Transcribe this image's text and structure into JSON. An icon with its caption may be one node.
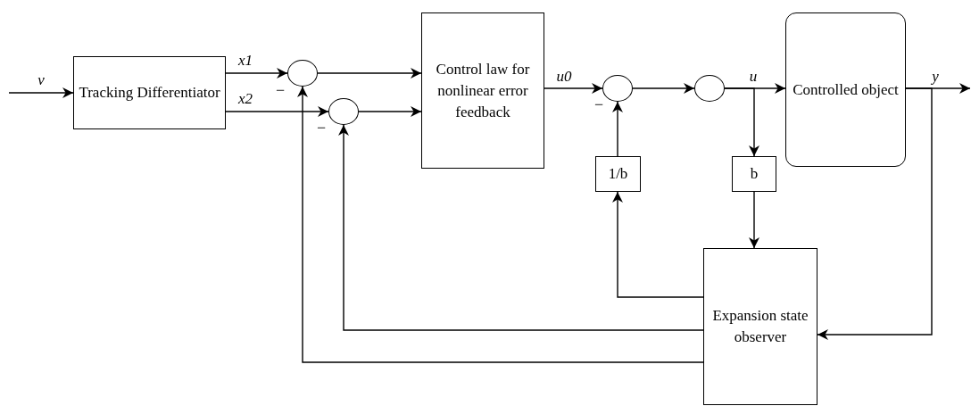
{
  "diagram": {
    "nodes": [
      {
        "text": [
          "Tracking Differentiator"
        ]
      },
      {
        "text": [],
        "shape": "circle"
      },
      {
        "text": [],
        "shape": "circle"
      },
      {
        "text": [
          "Control law for nonlinear error feedback"
        ]
      },
      {
        "text": [],
        "shape": "circle"
      },
      {
        "text": [],
        "shape": "circle"
      },
      {
        "text": [
          "Controlled object"
        ]
      },
      {
        "text": [
          "1/b"
        ]
      },
      {
        "text": [
          "b"
        ]
      },
      {
        "text": [
          "Expansion state observer"
        ]
      }
    ],
    "edges": [
      {
        "from": null,
        "to": 0,
        "arrow": "to",
        "label": "v"
      },
      {
        "from": 0,
        "to": 1,
        "arrow": "to",
        "label": "x1"
      },
      {
        "from": 0,
        "to": 2,
        "arrow": "to",
        "label": "x2"
      },
      {
        "from": 1,
        "to": 3,
        "arrow": "to"
      },
      {
        "from": 2,
        "to": 3,
        "arrow": "to"
      },
      {
        "from": 3,
        "to": 4,
        "arrow": "to",
        "label": "u0"
      },
      {
        "from": 4,
        "to": 5,
        "arrow": "to"
      },
      {
        "from": 5,
        "to": 6,
        "arrow": "to",
        "label": "u"
      },
      {
        "from": 5,
        "to": 8,
        "arrow": "to"
      },
      {
        "from": 6,
        "to": null,
        "arrow": "to",
        "label": "y"
      },
      {
        "from": 6,
        "to": 9,
        "arrow": "to"
      },
      {
        "from": 8,
        "to": 9,
        "arrow": "to"
      },
      {
        "from": 9,
        "to": 7,
        "arrow": "to"
      },
      {
        "from": 7,
        "to": 4,
        "arrow": "to"
      },
      {
        "from": 9,
        "to": 2,
        "arrow": "to"
      },
      {
        "from": 9,
        "to": 1,
        "arrow": "to"
      }
    ],
    "labels": [
      "−",
      "−",
      "−"
    ]
  }
}
